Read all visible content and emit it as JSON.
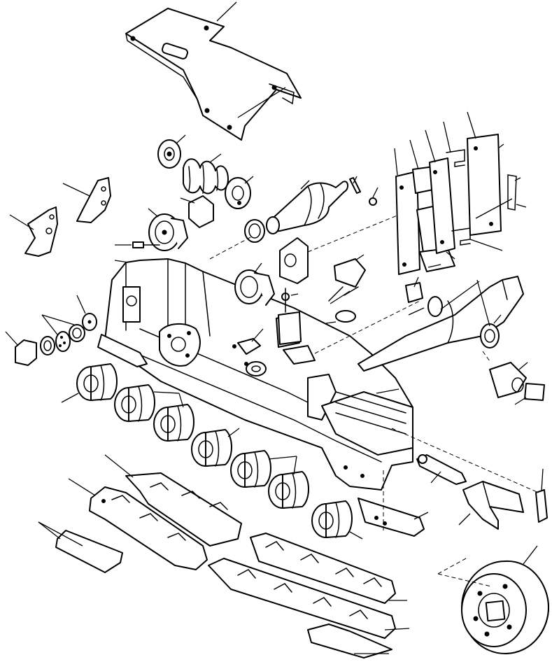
{
  "drawing": {
    "style": "monochrome exploded-view line drawing",
    "stroke_color": "#000000",
    "background_color": "#ffffff",
    "components": [
      "top-guard-plate",
      "adjuster-spring",
      "spring-retainer",
      "recoil-cylinder",
      "carrier-roller",
      "sprocket-guards",
      "track-frame",
      "equalizer-bar",
      "pivot-bushing",
      "pin",
      "wear-plates",
      "track-rollers",
      "roller-guards",
      "idler-yoke",
      "front-idler"
    ]
  }
}
